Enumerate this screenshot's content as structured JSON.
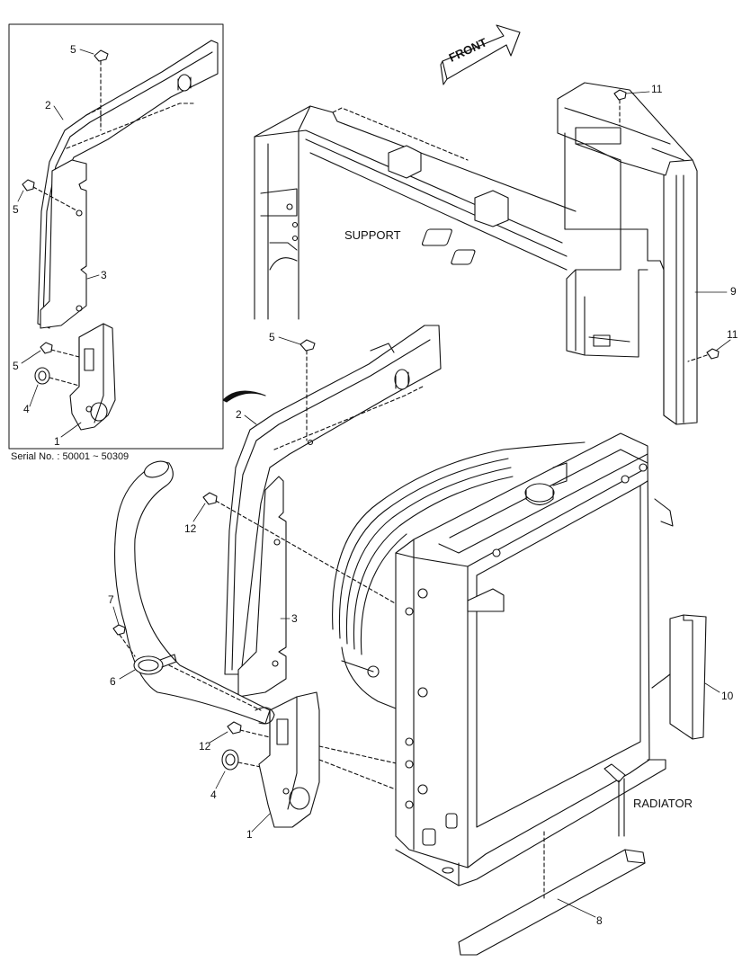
{
  "diagram": {
    "front_label": "FRONT",
    "support_label": "SUPPORT",
    "radiator_label": "RADIATOR",
    "serial_label": "Serial No. : 50001 ~ 50309",
    "part_numbers": {
      "inset_5a": "5",
      "inset_2": "2",
      "inset_5b": "5",
      "inset_3": "3",
      "inset_5c": "5",
      "inset_4": "4",
      "inset_1": "1",
      "main_5": "5",
      "main_2": "2",
      "main_12a": "12",
      "main_3": "3",
      "main_7": "7",
      "main_6": "6",
      "main_12b": "12",
      "main_4": "4",
      "main_1": "1",
      "main_11a": "11",
      "main_9": "9",
      "main_11b": "11",
      "main_10": "10",
      "main_8": "8"
    }
  }
}
